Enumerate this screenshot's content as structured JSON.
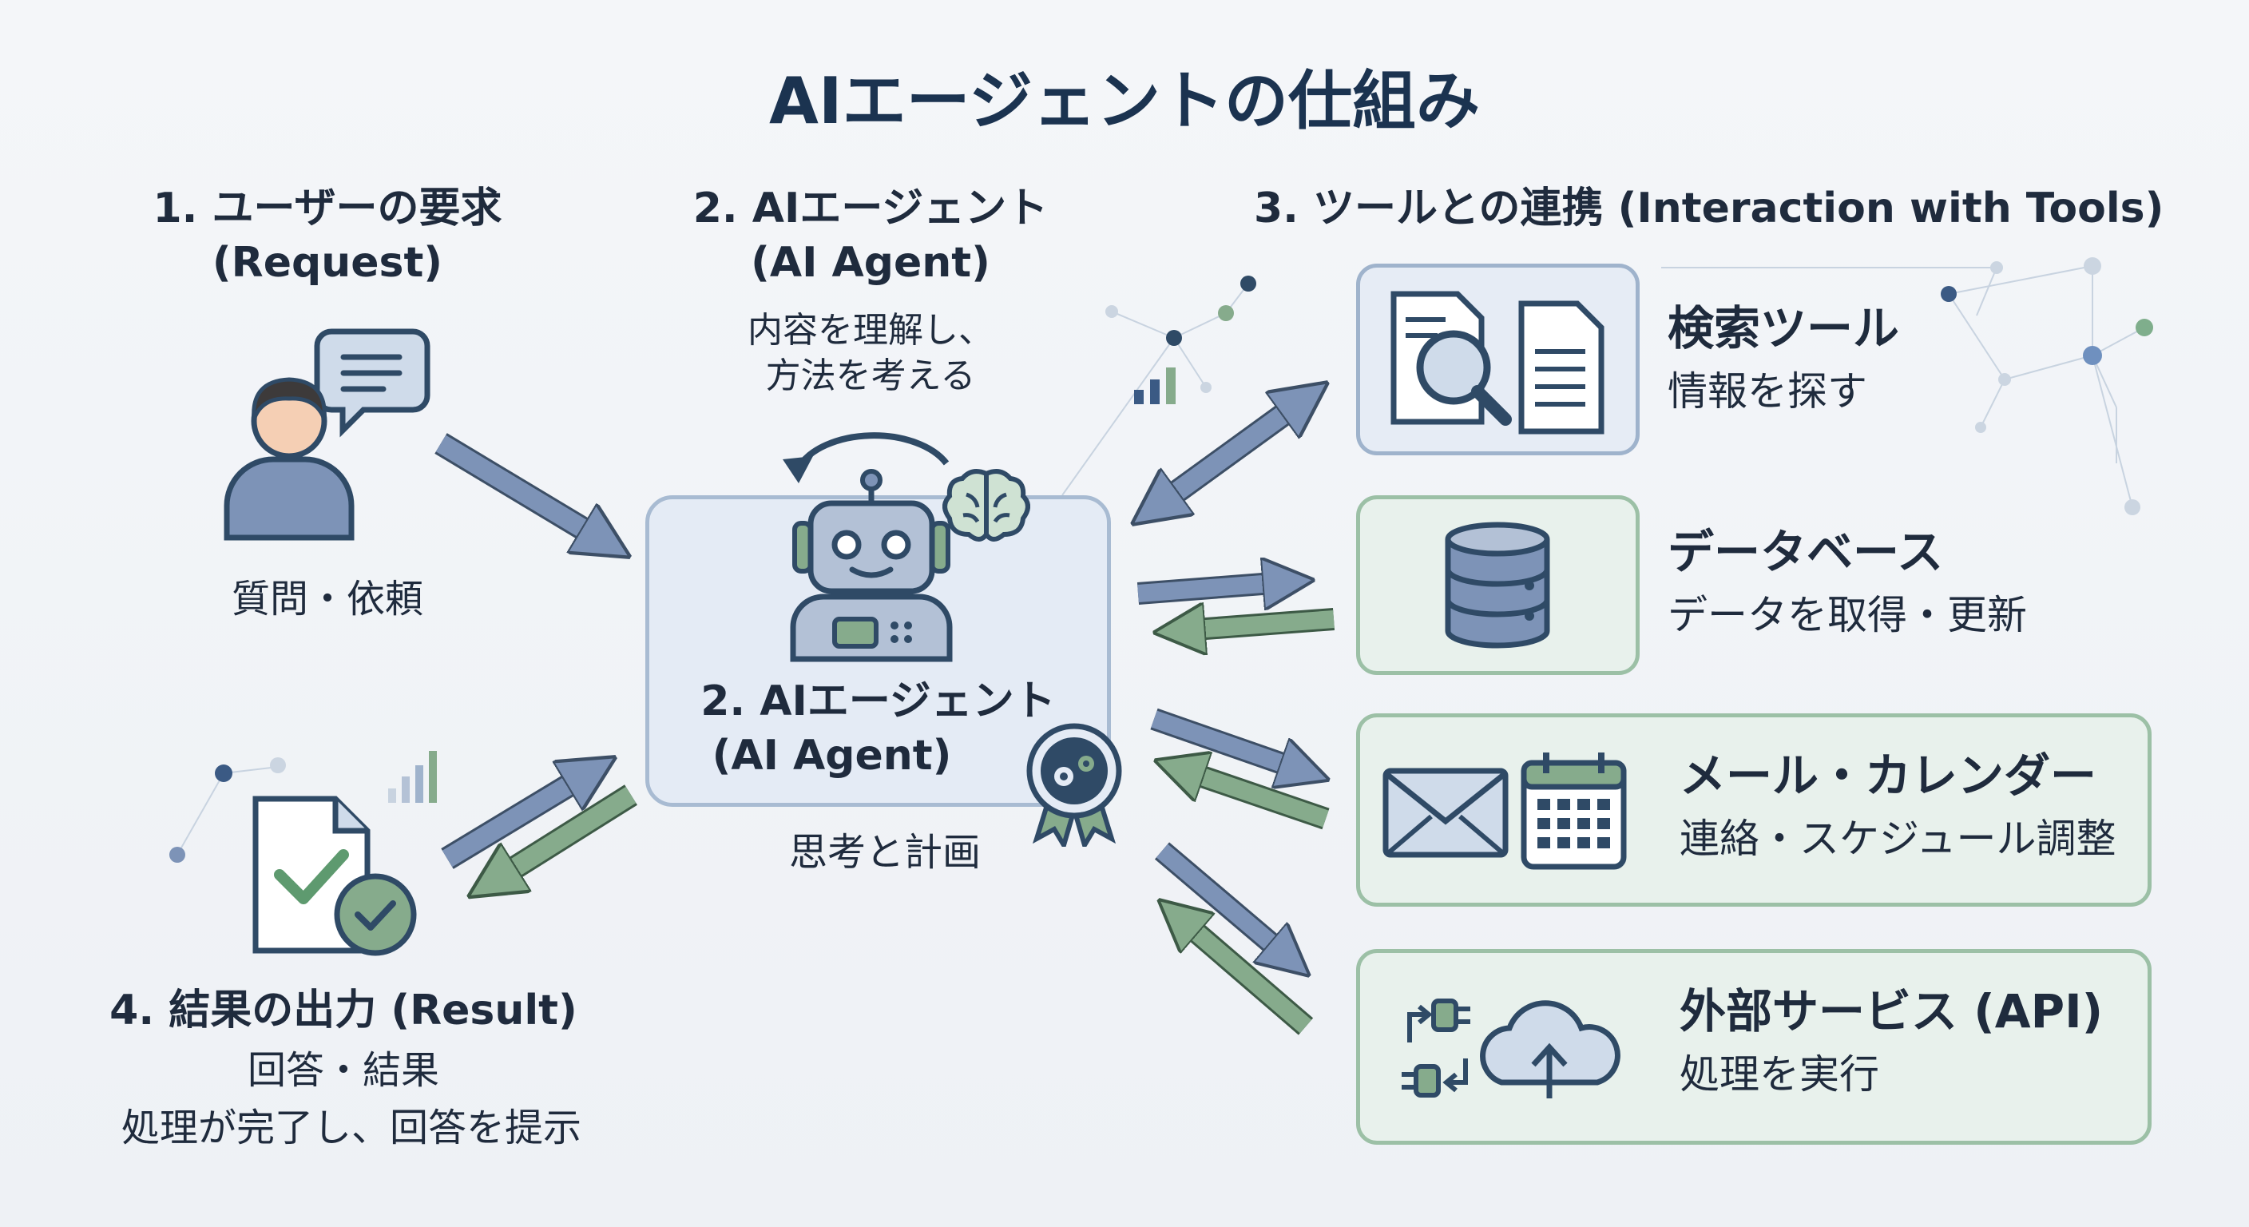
{
  "title": "AIエージェントの仕組み",
  "colors": {
    "navy": "#2f4a66",
    "blue_arrow": "#7d93b7",
    "green_arrow": "#86ab8c",
    "accent_green": "#5e9a6f"
  },
  "step1": {
    "heading": "1. ユーザーの要求",
    "sub": "(Request)",
    "caption": "質問・依頼",
    "icons": [
      "user-icon",
      "chat-bubble-icon"
    ]
  },
  "step2": {
    "heading": "2. AIエージェント",
    "sub": "(AI Agent)",
    "thinking_line1": "内容を理解し、",
    "thinking_line2": "方法を考える",
    "box_heading": "2. AIエージェント",
    "box_sub": "(AI Agent)",
    "caption": "思考と計画",
    "icons": [
      "robot-icon",
      "brain-icon",
      "gear-badge-icon",
      "cycle-arrow-icon"
    ]
  },
  "step3": {
    "heading": "3. ツールとの連携 (Interaction with Tools)",
    "tools": [
      {
        "name": "検索ツール",
        "desc": "情報を探す",
        "icon": "document-search-icon"
      },
      {
        "name": "データベース",
        "desc": "データを取得・更新",
        "icon": "database-icon"
      },
      {
        "name": "メール・カレンダー",
        "desc": "連絡・スケジュール調整",
        "icon": "mail-calendar-icon"
      },
      {
        "name": "外部サービス (API)",
        "desc": "処理を実行",
        "icon": "plug-cloud-icon"
      }
    ]
  },
  "step4": {
    "heading": "4. 結果の出力 (Result)",
    "line1": "回答・結果",
    "line2": "処理が完了し、回答を提示",
    "icons": [
      "document-check-icon"
    ]
  }
}
